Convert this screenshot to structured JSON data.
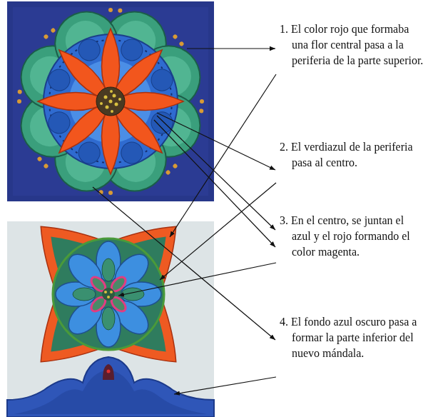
{
  "diagram": {
    "labels": [
      "1. El color rojo que formaba una flor central pasa a la periferia de la parte superior.",
      "2. El verdiazul de la periferia pasa al centro.",
      "3. En el centro, se juntan el azul y el rojo formando el color magenta.",
      "4. El fondo azul oscuro pasa a formar la parte inferior del nuevo mándala."
    ]
  }
}
